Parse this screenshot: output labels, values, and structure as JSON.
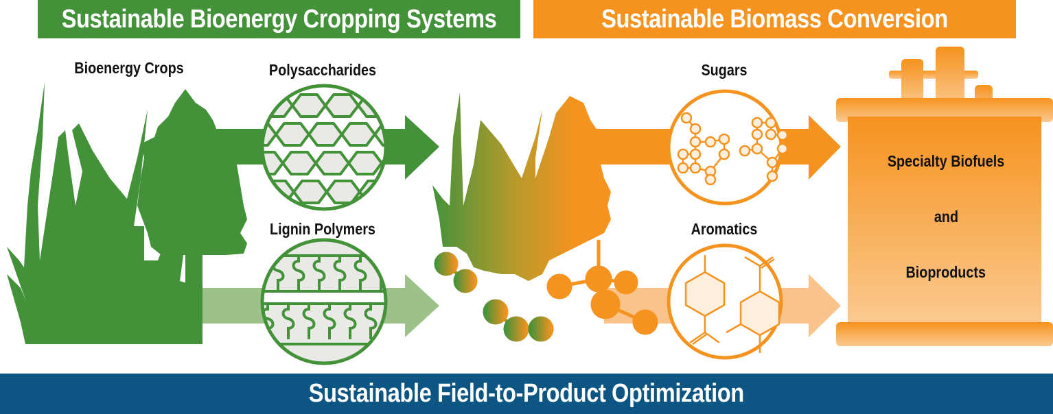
{
  "colors": {
    "green": "#43923a",
    "light_green": "#9cc28a",
    "orange": "#f6921e",
    "light_orange": "#f9c38b",
    "navy": "#0d5583",
    "fill_light": "#e9e9e6"
  },
  "headers": {
    "left": "Sustainable Bioenergy Cropping Systems",
    "right": "Sustainable Biomass Conversion"
  },
  "footer": {
    "title": "Sustainable Field-to-Product Optimization"
  },
  "nodes": {
    "crops": {
      "label": "Bioenergy Crops",
      "icon": "grass-and-tree-icon"
    },
    "polysaccharides": {
      "label": "Polysaccharides",
      "icon": "hexagon-chain-icon"
    },
    "lignin": {
      "label": "Lignin Polymers",
      "icon": "lignin-polymer-icon"
    },
    "deconstruction": {
      "icon": "biomass-to-molecules-gradient-icon"
    },
    "sugars": {
      "label": "Sugars",
      "icon": "sugar-molecule-icon"
    },
    "aromatics": {
      "label": "Aromatics",
      "icon": "aromatic-ring-icon"
    },
    "products": {
      "icon": "bioreactor-tank-icon",
      "line1": "Specialty Biofuels",
      "line2": "and",
      "line3": "Bioproducts"
    }
  },
  "flows": [
    {
      "from": "crops",
      "to": "polysaccharides",
      "style": "solid-green"
    },
    {
      "from": "crops",
      "to": "lignin",
      "style": "light-green"
    },
    {
      "from": "polysaccharides",
      "to": "deconstruction",
      "style": "solid-green"
    },
    {
      "from": "lignin",
      "to": "deconstruction",
      "style": "light-green"
    },
    {
      "from": "deconstruction",
      "to": "sugars",
      "style": "solid-orange"
    },
    {
      "from": "deconstruction",
      "to": "aromatics",
      "style": "light-orange"
    },
    {
      "from": "sugars",
      "to": "products",
      "style": "solid-orange"
    },
    {
      "from": "aromatics",
      "to": "products",
      "style": "light-orange"
    }
  ]
}
